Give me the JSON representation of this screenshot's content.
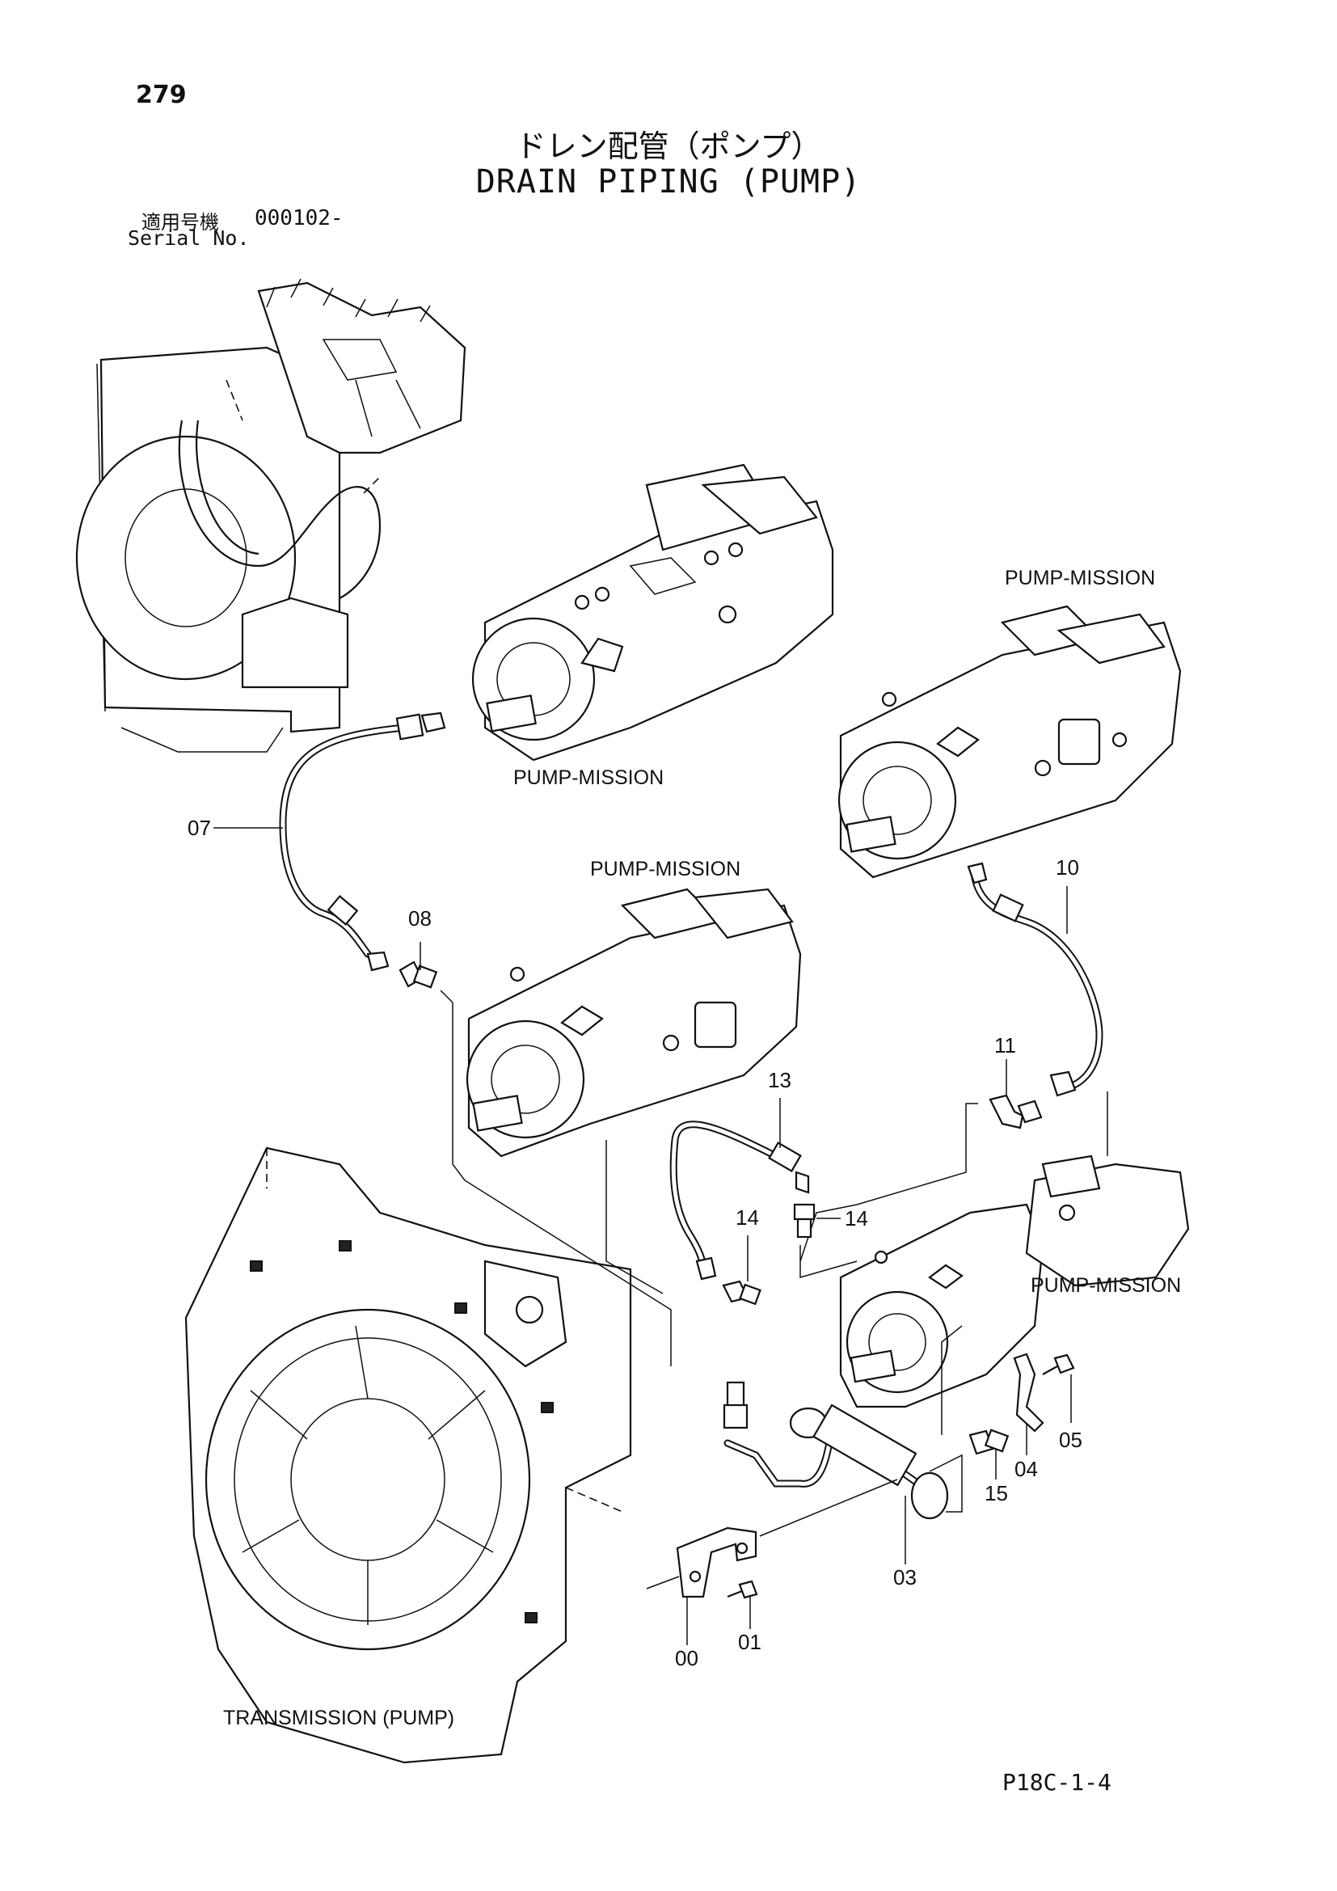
{
  "page_number": "279",
  "title_jp": "ドレン配管（ポンプ）",
  "title_en": "DRAIN PIPING (PUMP)",
  "serial": {
    "label_jp": "適用号機",
    "value": "000102-",
    "label_en": "Serial No."
  },
  "assembly_labels": {
    "pump_mission_1": "PUMP-MISSION",
    "pump_mission_2": "PUMP-MISSION",
    "pump_mission_3": "PUMP-MISSION",
    "pump_mission_4": "PUMP-MISSION",
    "transmission": "TRANSMISSION (PUMP)"
  },
  "callouts": {
    "c07": "07",
    "c08": "08",
    "c10": "10",
    "c11": "11",
    "c13": "13",
    "c14a": "14",
    "c14b": "14",
    "c05": "05",
    "c04": "04",
    "c15": "15",
    "c03": "03",
    "c00": "00",
    "c01": "01"
  },
  "page_code": "P18C-1-4"
}
